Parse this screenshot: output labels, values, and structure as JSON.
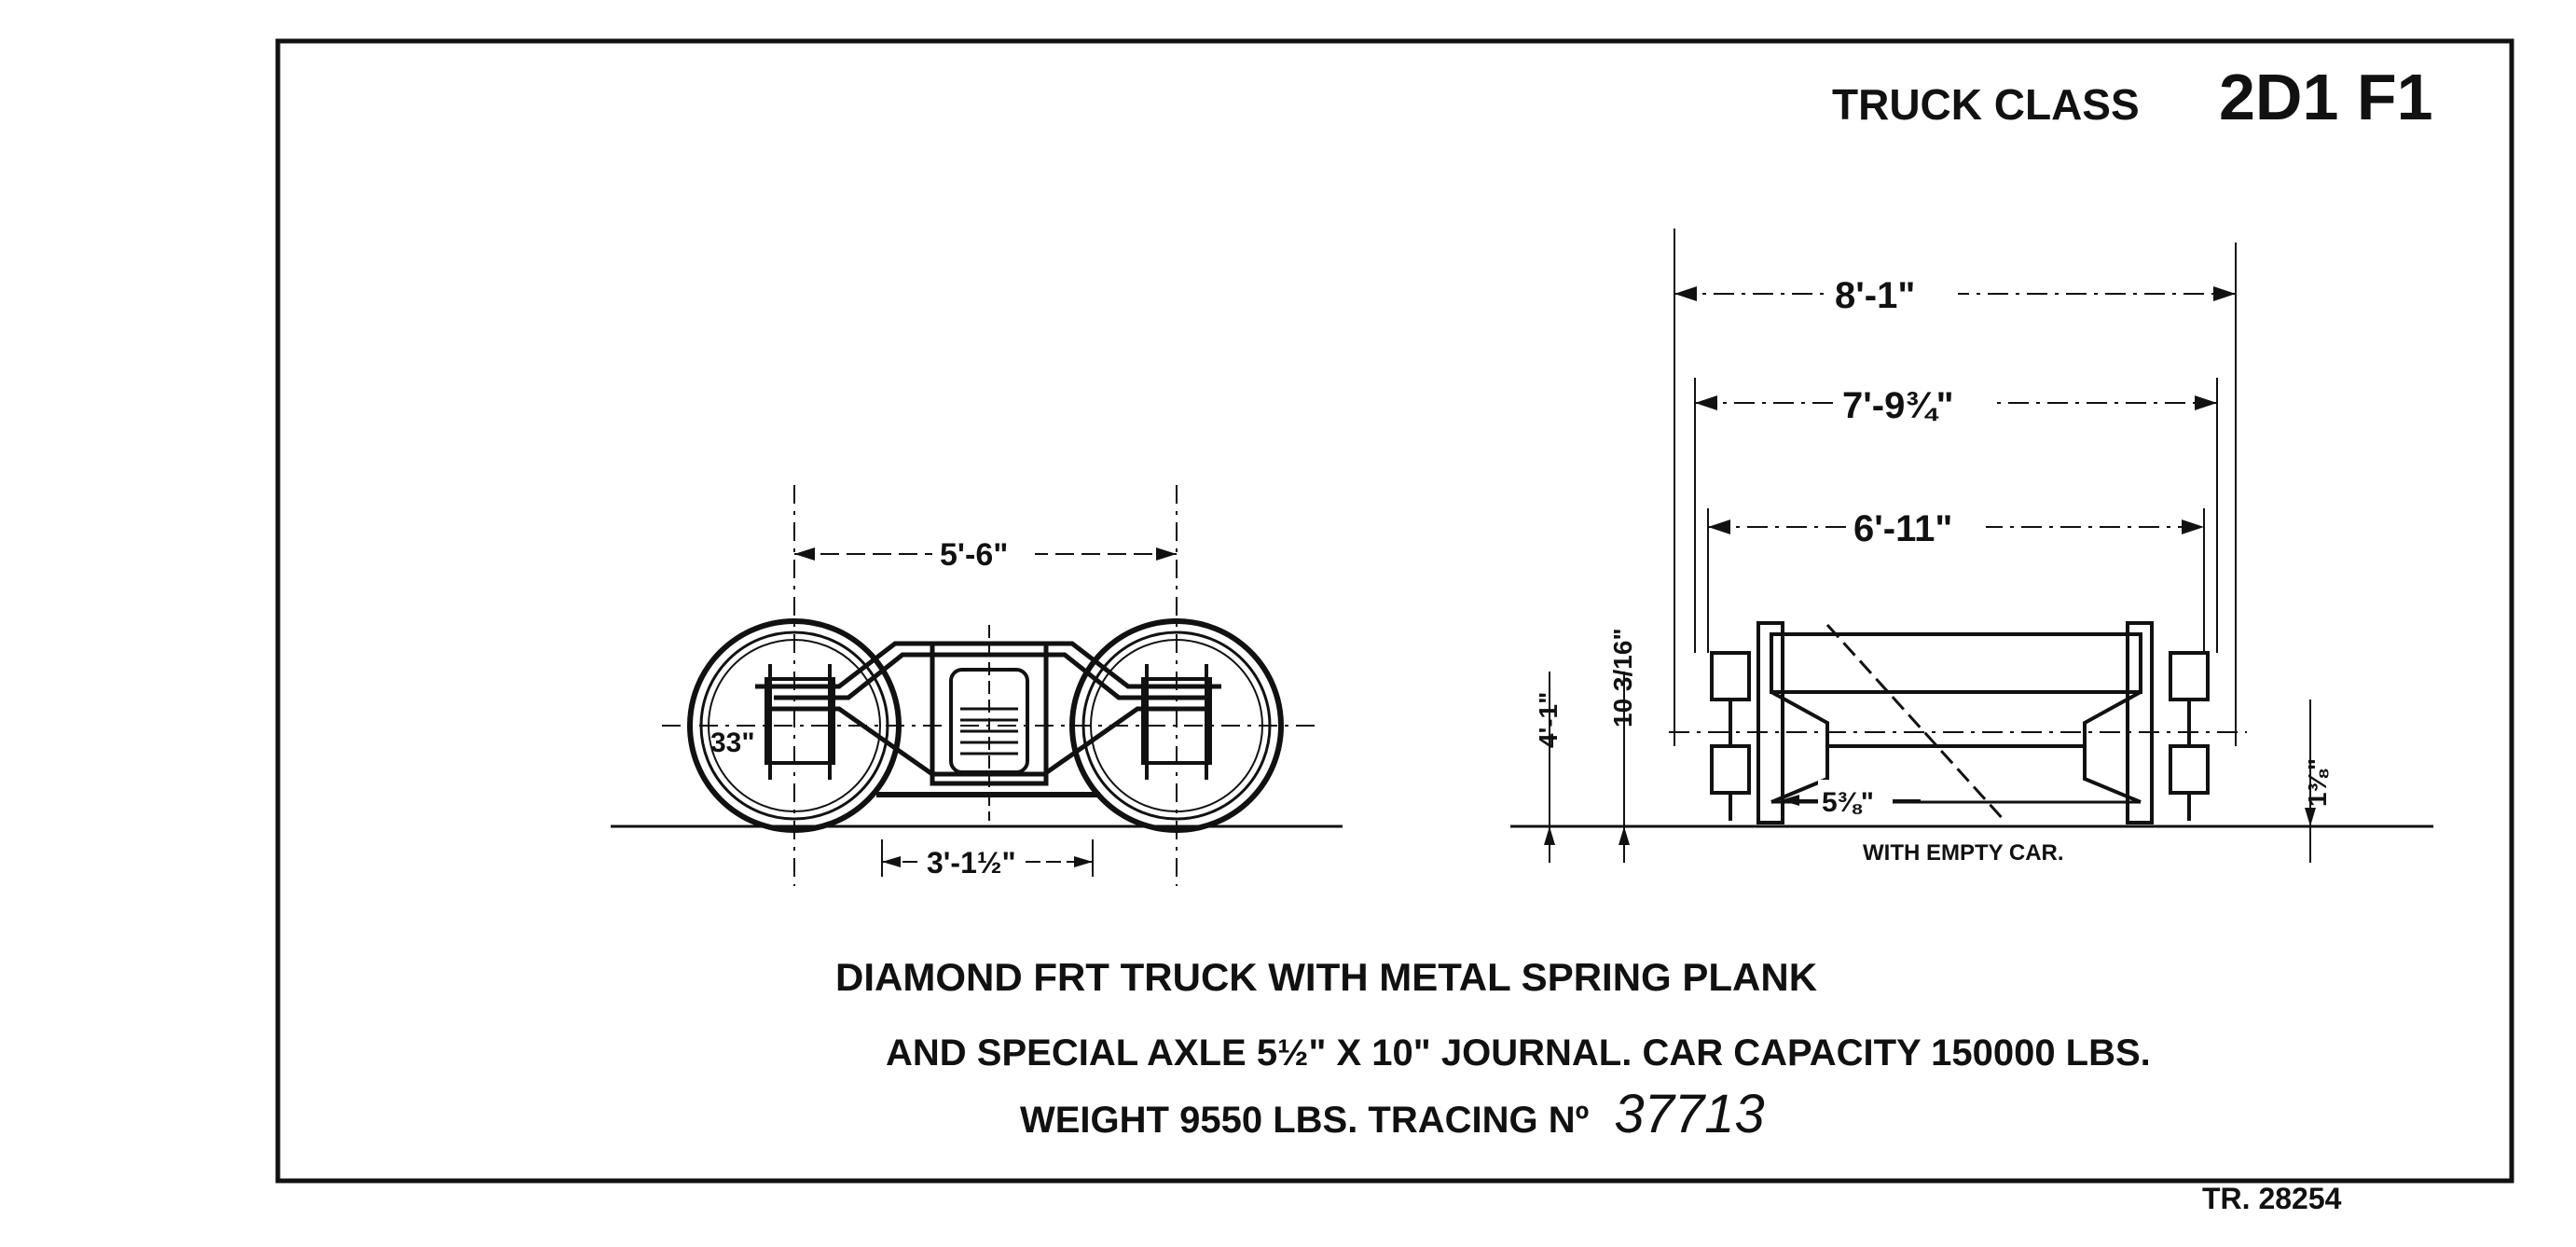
{
  "title": {
    "prefix": "TRUCK CLASS",
    "code": "2D1 F1"
  },
  "side_view": {
    "wheelbase": "5'-6\"",
    "wheel_diameter": "33\"",
    "bolster_spacing": "3'-1½\""
  },
  "end_view": {
    "overall_width": "8'-1\"",
    "mid_width": "7'-9¾\"",
    "inner_width": "6'-11\"",
    "left_height": "4'-1\"",
    "center_height": "10 3/16\"",
    "axle_offset": "5⅜\"",
    "right_height": "1⅜\"",
    "note": "WITH EMPTY CAR."
  },
  "description": {
    "line1": "DIAMOND FRT TRUCK WITH METAL SPRING PLANK",
    "line2": "AND SPECIAL AXLE 5½\" X 10\" JOURNAL. CAR CAPACITY 150000 LBS.",
    "line3_label": "WEIGHT 9550 LBS. TRACING Nº",
    "tracing_no": "37713"
  },
  "footer_ref": "TR. 28254"
}
